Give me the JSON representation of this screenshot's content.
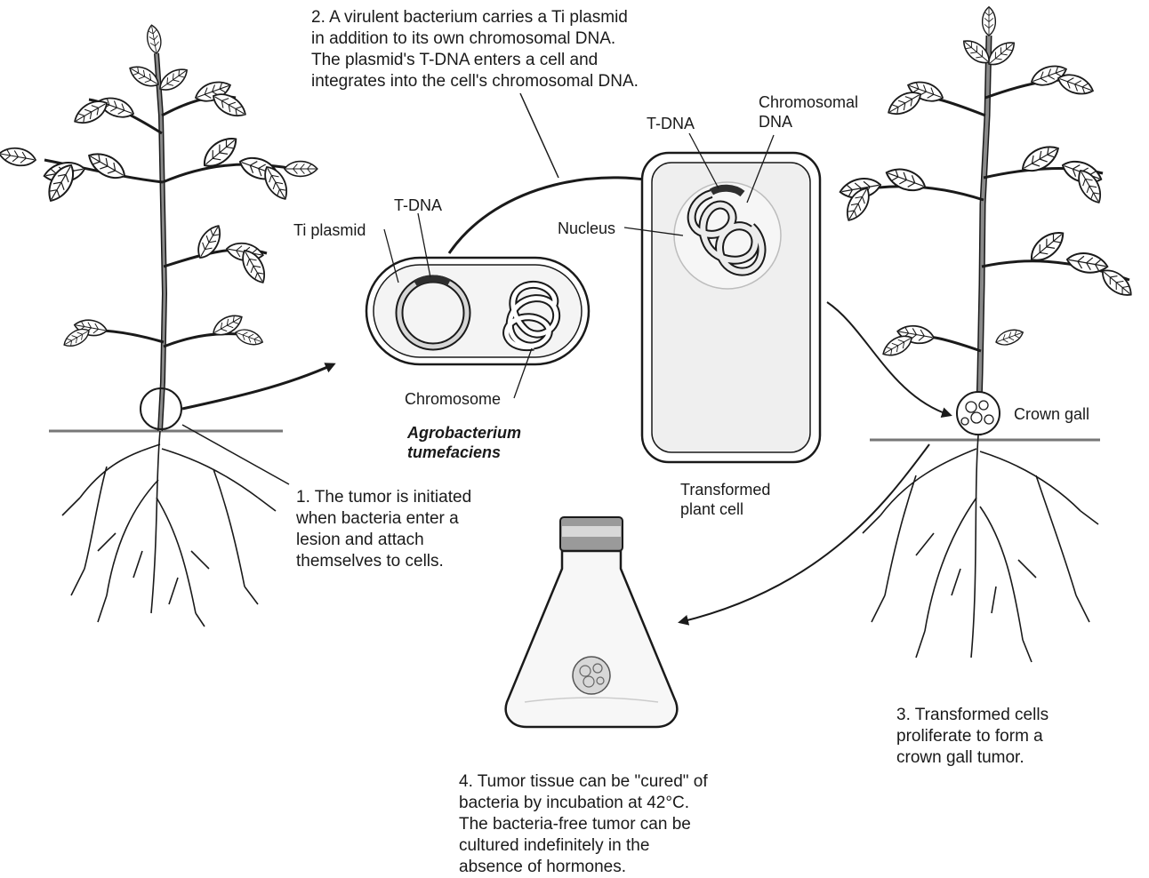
{
  "step2": {
    "line1": "2. A virulent bacterium carries a Ti plasmid",
    "line2": "in addition to its own chromosomal DNA.",
    "line3": "The plasmid's T-DNA enters a cell and",
    "line4": "integrates into the cell's chromosomal DNA."
  },
  "step1": {
    "line1": "1. The tumor is initiated",
    "line2": "when bacteria enter a",
    "line3": "lesion and attach",
    "line4": "themselves to cells."
  },
  "step3": {
    "line1": "3. Transformed cells",
    "line2": "proliferate to form a",
    "line3": "crown gall tumor."
  },
  "step4": {
    "line1": "4. Tumor tissue can be \"cured\" of",
    "line2": "bacteria by incubation at 42°C.",
    "line3": "The bacteria-free tumor can be",
    "line4": "cultured indefinitely in the",
    "line5": "absence of hormones."
  },
  "labels": {
    "t_dna_bacterium": "T-DNA",
    "ti_plasmid": "Ti plasmid",
    "chromosome": "Chromosome",
    "organism_line1": "Agrobacterium",
    "organism_line2": "tumefaciens",
    "t_dna_cell": "T-DNA",
    "chromosomal_dna_line1": "Chromosomal",
    "chromosomal_dna_line2": "DNA",
    "nucleus": "Nucleus",
    "transformed_line1": "Transformed",
    "transformed_line2": "plant cell",
    "crown_gall": "Crown gall"
  },
  "colors": {
    "ink": "#1a1a1a",
    "soil": "#777777",
    "stem": "#8a8a8a",
    "plasmid_fill": "#d6d6d6",
    "t_dna_segment": "#2e2e2e",
    "cell_fill": "#efefef"
  }
}
